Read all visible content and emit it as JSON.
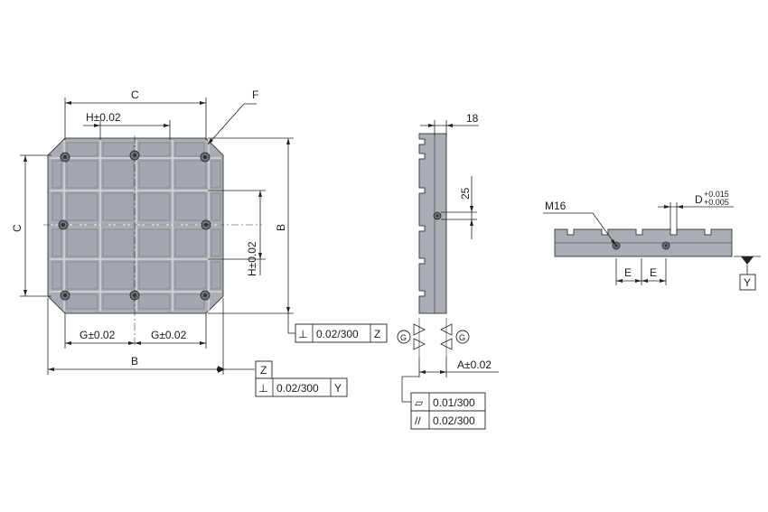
{
  "labels": {
    "C_top": "C",
    "H_top": "H±0.02",
    "F": "F",
    "C_left": "C",
    "B_right": "B",
    "H_vert": "H±0.02",
    "G_left": "G±0.02",
    "G_right": "G±0.02",
    "B_bottom": "B",
    "Z_ref": "Z",
    "fcf_perp_Z": {
      "symbol": "⊥",
      "value": "0.02/300",
      "datum": "Z"
    },
    "fcf_perp_Y": {
      "symbol": "⊥",
      "value": "0.02/300",
      "datum": "Y"
    },
    "side_18": "18",
    "side_25": "25",
    "G_circle_left": "G",
    "G_circle_right": "G",
    "A_dim": "A±0.02",
    "fcf_flat": {
      "symbol": "⏥",
      "value": "0.01/300"
    },
    "fcf_parallel": {
      "symbol": "//",
      "value": "0.02/300"
    },
    "M16": "M16",
    "D_main": "D",
    "D_upper": "+0.015",
    "D_lower": "+0.005",
    "E_left": "E",
    "E_right": "E",
    "Y_ref": "Y"
  }
}
